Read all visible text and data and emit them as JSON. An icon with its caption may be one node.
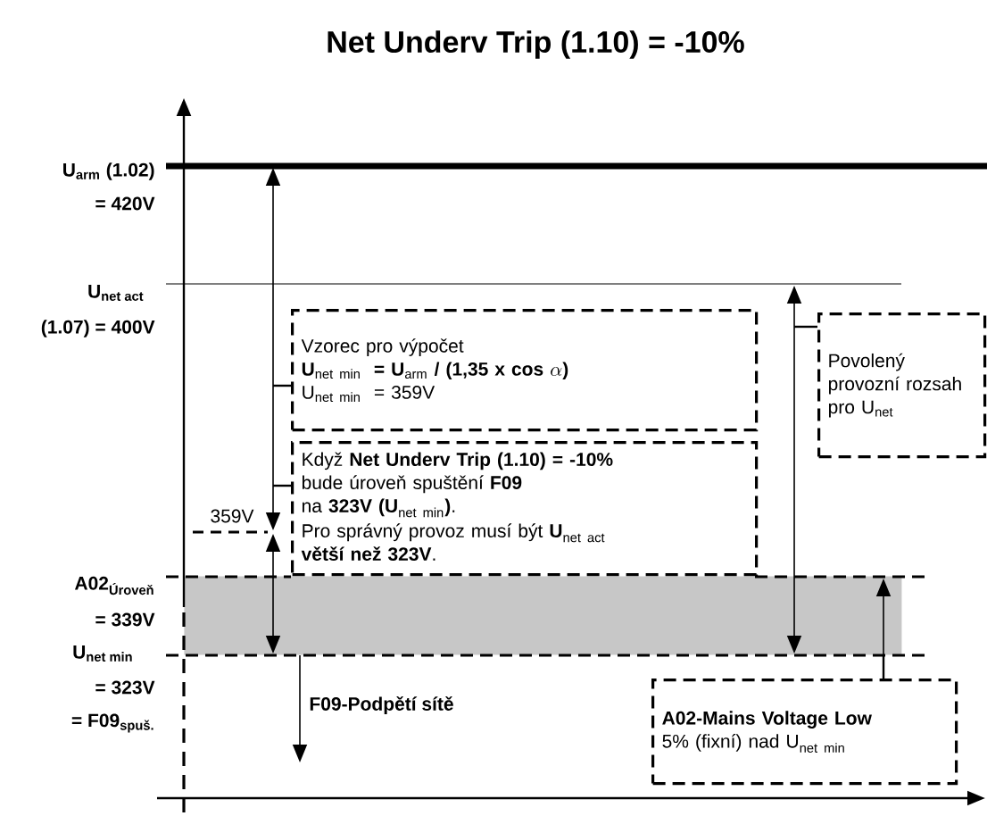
{
  "diagram": {
    "title": "Net Underv Trip (1.10) = -10%",
    "nodes": [
      {
        "text": [
          "Vzorec pro výpočet",
          "\\text{\\textbf{U}}_{\\text{net min}}\\ \\ \\text{\\textbf{= U}}_{\\text{arm}}\\text{\\textbf{ / (1,35 x cos }}\\alpha\\text{\\textbf{)}}",
          "\\text{U}_{\\text{net min}}\\ \\ \\text{= 359V}"
        ]
      },
      {
        "text": [
          "\\begin{array}{@{}l@{}}\\text{Když \\textbf{Net Underv Trip (1.10) = -10\\%}}\\\\ \\text{bude úroveň spuštění \\textbf{F09}}\\\\ \\text{na \\textbf{323V (U}}_{\\text{net min}}\\text{\\textbf{)}.}\\end{array}",
          "\\begin{array}{@{}l@{}}\\text{Pro správný provoz musí být \\textbf{U}}_{\\text{net act}}\\\\ \\text{\\textbf{větší než 323V}.}\\end{array}"
        ]
      },
      {
        "text": [
          "Povolený provozní rozsah pro U$_{net}$"
        ]
      },
      {
        "text": [
          "A02-Mains Voltage Low",
          "\\text{5\\% (fixní) nad U}_{\\text{net min}}"
        ]
      },
      {
        "text": [],
        "shape": "band"
      }
    ],
    "edges": [
      {
        "from": 0,
        "to": null,
        "arrow": "none"
      },
      {
        "from": 1,
        "to": null,
        "arrow": "none"
      },
      {
        "from": 2,
        "to": null,
        "arrow": "none"
      },
      {
        "from": 3,
        "to": 4,
        "arrow": "none"
      },
      {
        "from": 4,
        "to": null,
        "arrow": "to",
        "label": "F09-Podpětí sítě"
      }
    ],
    "labels": [
      "U$_{arm}$ (1.02)",
      "= 420V",
      "\\text{\\textbf{U}}_{\\text{\\textbf{net act}}}",
      "(1.07) = 400V",
      "359V",
      "A02$_{Úroveň}$",
      "= 339V",
      "\\text{\\textbf{U}}_{\\text{\\textbf{net min}}}",
      "= 323V",
      "= F09$_{spuš.}$"
    ]
  }
}
